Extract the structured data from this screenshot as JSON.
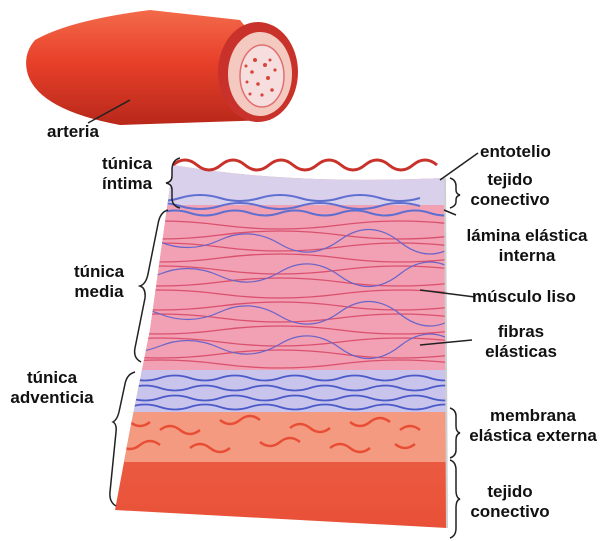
{
  "diagram": {
    "labels": {
      "arteria": "arteria",
      "tunica_intima": [
        "túnica",
        "íntima"
      ],
      "tunica_media": [
        "túnica",
        "media"
      ],
      "tunica_adventicia": [
        "túnica",
        "adventicia"
      ],
      "endotelio": "entotelio",
      "tejido_conectivo_intima": [
        "tejido",
        "conectivo"
      ],
      "lamina_elastica_interna": [
        "lámina elástica",
        "interna"
      ],
      "musculo_liso": "músculo liso",
      "fibras_elasticas": [
        "fibras",
        "elásticas"
      ],
      "membrana_elastica_externa": [
        "membrana",
        "elástica externa"
      ],
      "tejido_conectivo_adventicia": [
        "tejido",
        "conectivo"
      ]
    },
    "colors": {
      "artery_red": "#e8402a",
      "artery_dark": "#b8281a",
      "endothelium": "#c8322a",
      "intima_lavender": "#d9d0ec",
      "elastic_blue": "#5f6fd0",
      "muscle_pink": "#f2a0b4",
      "muscle_line": "#d9506e",
      "adventitia_orange": "#f07a5c",
      "adventitia_deep": "#e84e35"
    }
  }
}
